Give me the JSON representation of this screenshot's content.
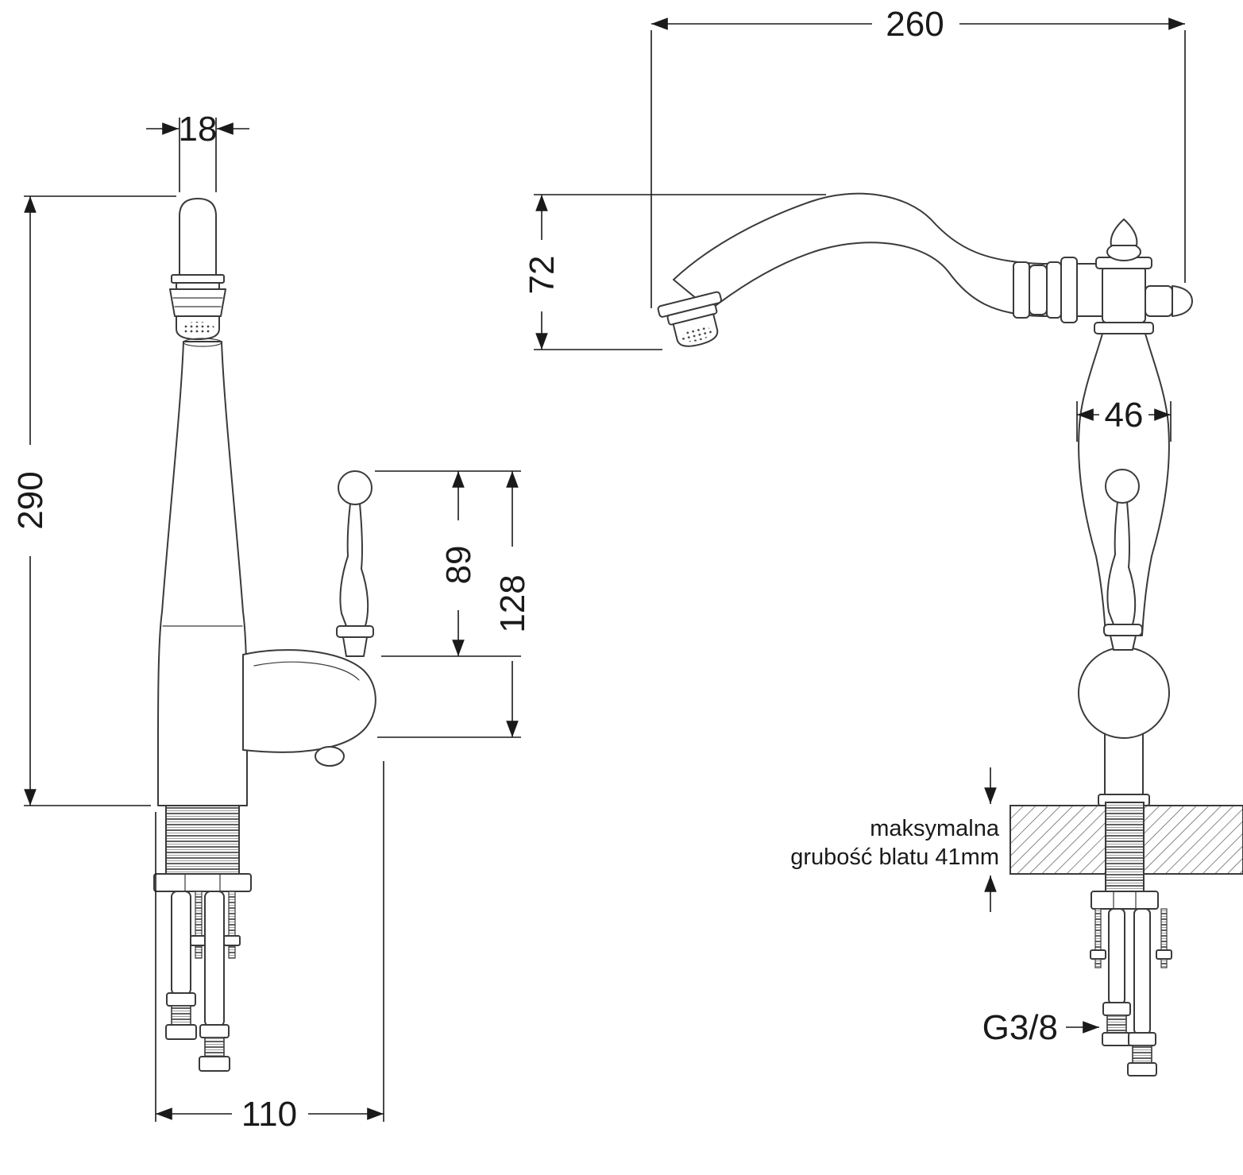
{
  "diagram": {
    "subject": "faucet-technical-drawing",
    "colors": {
      "background": "#ffffff",
      "line": "#3a3a3a",
      "dimension": "#1a1a1a"
    },
    "front_view": {
      "dims": {
        "spout_tip": "18",
        "height": "290",
        "handle_height": "89",
        "handle_to_outlet": "128",
        "base_span": "110"
      }
    },
    "side_view": {
      "dims": {
        "reach": "260",
        "spout_drop": "72",
        "body_width": "46"
      },
      "countertop_note_line1": "maksymalna",
      "countertop_note_line2": "grubość blatu 41mm",
      "thread_label": "G3/8"
    }
  }
}
